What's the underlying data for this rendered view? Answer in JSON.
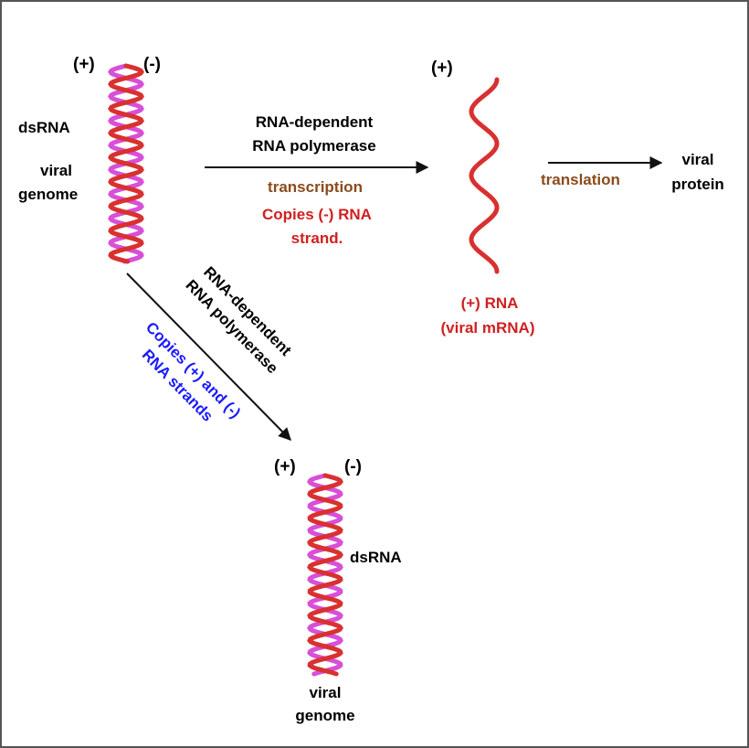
{
  "colors": {
    "plus_strand": "#d93030",
    "minus_strand": "#d84fd8",
    "black_text": "#111111",
    "transcription_text": "#8a4b1c",
    "red_text": "#d02020",
    "blue_text": "#1a1aff",
    "arrow": "#111111",
    "frame": "#555555"
  },
  "top_left_genome": {
    "plus_label": "(+)",
    "minus_label": "(-)",
    "label_line1": "dsRNA",
    "label_line2": "viral",
    "label_line3": "genome"
  },
  "transcription_arrow": {
    "enzyme_line1": "RNA-dependent",
    "enzyme_line2": "RNA polymerase",
    "process": "transcription",
    "note_line1": "Copies (-) RNA",
    "note_line2": "strand."
  },
  "mrna": {
    "plus_label": "(+)",
    "caption_line1": "(+) RNA",
    "caption_line2": "(viral mRNA)"
  },
  "translation_arrow": {
    "process": "translation",
    "product_line1": "viral",
    "product_line2": "protein"
  },
  "replication_arrow": {
    "enzyme_line1": "RNA-dependent",
    "enzyme_line2": "RNA polymerase",
    "note_line1": "Copies (+) and (-)",
    "note_line2": "RNA  strands"
  },
  "bottom_genome": {
    "plus_label": "(+)",
    "minus_label": "(-)",
    "side_label": "dsRNA",
    "label_line1": "viral",
    "label_line2": "genome"
  }
}
